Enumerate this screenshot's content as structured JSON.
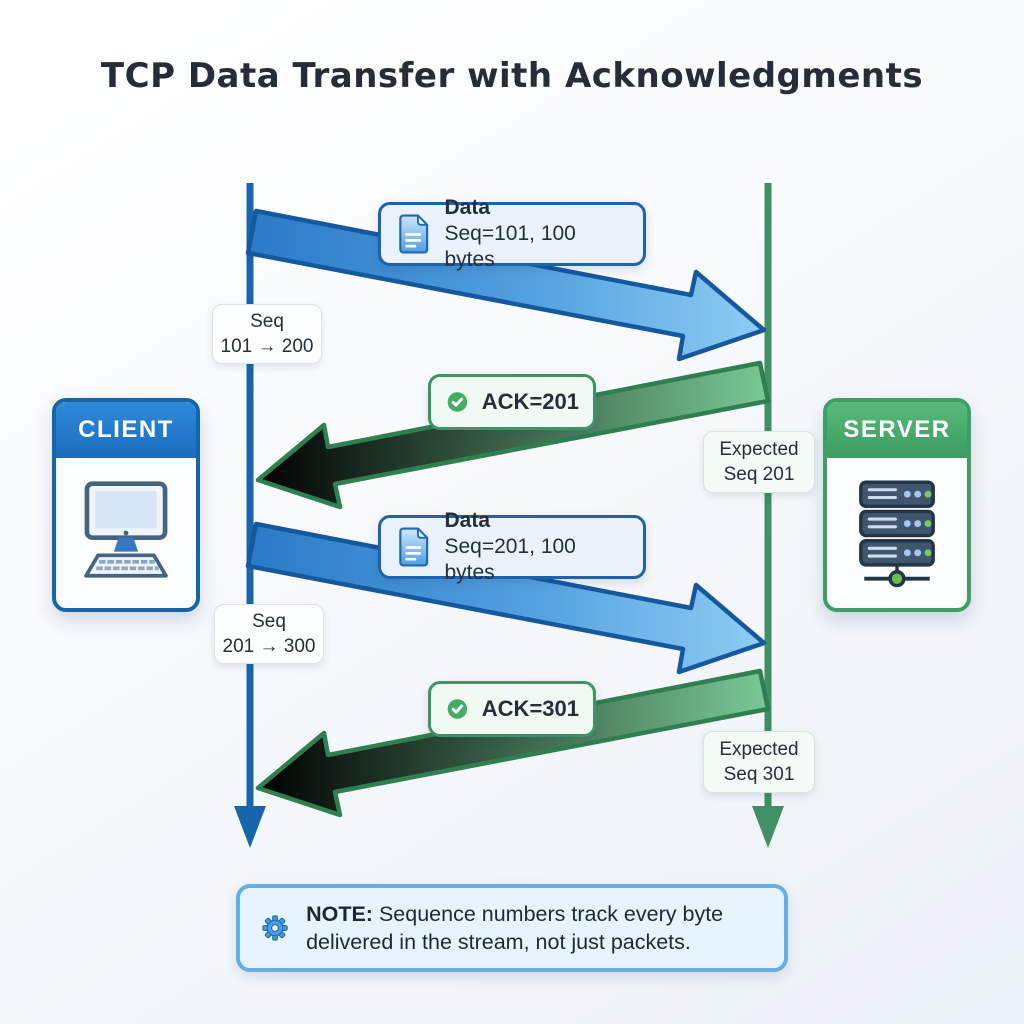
{
  "title": "TCP Data Transfer with Acknowledgments",
  "actors": {
    "client": {
      "label": "CLIENT"
    },
    "server": {
      "label": "SERVER"
    }
  },
  "messages": [
    {
      "type": "data",
      "direction": "client-to-server",
      "title": "Data",
      "detail": "Seq=101, 100 bytes"
    },
    {
      "type": "ack",
      "direction": "server-to-client",
      "label": "ACK=201"
    },
    {
      "type": "data",
      "direction": "client-to-server",
      "title": "Data",
      "detail": "Seq=201, 100 bytes"
    },
    {
      "type": "ack",
      "direction": "server-to-client",
      "label": "ACK=301"
    }
  ],
  "annotations": {
    "client_seq_1": {
      "line1": "Seq",
      "line2": "101 → 200"
    },
    "server_expected_1": {
      "line1": "Expected",
      "line2": "Seq 201"
    },
    "client_seq_2": {
      "line1": "Seq",
      "line2": "201 → 300"
    },
    "server_expected_2": {
      "line1": "Expected",
      "line2": "Seq 301"
    }
  },
  "note": {
    "prefix": "NOTE:",
    "text": " Sequence numbers track every byte delivered in the stream, not just packets."
  },
  "icons": {
    "data_message": "document-icon",
    "ack_message": "check-circle-icon",
    "note": "gear-icon",
    "client": "desktop-computer-icon",
    "server": "server-rack-icon"
  },
  "colors": {
    "client_blue": "#1a6cbd",
    "server_green": "#3d9c62",
    "arrow_blue": "#4d9de0",
    "arrow_green": "#58b87e",
    "lifeline_blue": "#1766ad",
    "lifeline_green": "#3f9065",
    "note_border": "#66aee3",
    "title_text": "#262d38"
  }
}
